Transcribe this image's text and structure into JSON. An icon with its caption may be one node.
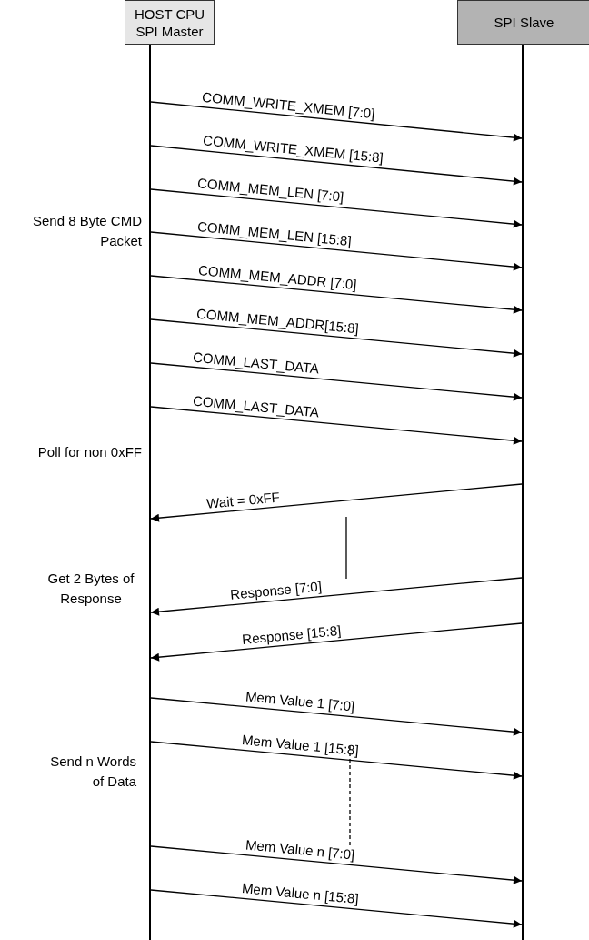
{
  "diagram": {
    "nodes": [
      {
        "text": [
          "HOST CPU SPI Master"
        ]
      },
      {
        "text": [
          "SPI Slave"
        ]
      },
      {
        "text": [],
        "shape": "bar"
      },
      {
        "text": [],
        "shape": "bar"
      }
    ],
    "edges": [
      {
        "from": 2,
        "to": 3,
        "arrow": "to",
        "label": "COMM_WRITE_XMEM [7:0]"
      },
      {
        "from": 2,
        "to": 3,
        "arrow": "to",
        "label": "COMM_WRITE_XMEM [15:8]"
      },
      {
        "from": 2,
        "to": 3,
        "arrow": "to",
        "label": "COMM_MEM_LEN [7:0]"
      },
      {
        "from": 2,
        "to": 3,
        "arrow": "to",
        "label": "COMM_MEM_LEN [15:8]"
      },
      {
        "from": 2,
        "to": 3,
        "arrow": "to",
        "label": "COMM_MEM_ADDR [7:0]"
      },
      {
        "from": 2,
        "to": 3,
        "arrow": "to",
        "label": "COMM_MEM_ADDR[15:8]"
      },
      {
        "from": 2,
        "to": 3,
        "arrow": "to",
        "label": "COMM_LAST_DATA"
      },
      {
        "from": 2,
        "to": 3,
        "arrow": "to",
        "label": "COMM_LAST_DATA"
      },
      {
        "from": 3,
        "to": 2,
        "arrow": "to",
        "label": "Wait = 0xFF"
      },
      {
        "from": 3,
        "to": 2,
        "arrow": "to",
        "label": "Response [7:0]"
      },
      {
        "from": 3,
        "to": 2,
        "arrow": "to",
        "label": "Response [15:8]"
      },
      {
        "from": 2,
        "to": 3,
        "arrow": "to",
        "label": "Mem Value 1 [7:0]"
      },
      {
        "from": 2,
        "to": 3,
        "arrow": "to",
        "label": "Mem Value 1 [15:8]"
      },
      {
        "from": 2,
        "to": 3,
        "arrow": "to",
        "label": "Mem Value n [7:0]"
      },
      {
        "from": 2,
        "to": 3,
        "arrow": "to",
        "label": "Mem Value n [15:8]"
      }
    ],
    "labels": [
      "Send 8 Byte CMD Packet",
      "Poll for non 0xFF",
      "Get 2 Bytes of Response",
      "Send n Words of Data"
    ]
  }
}
